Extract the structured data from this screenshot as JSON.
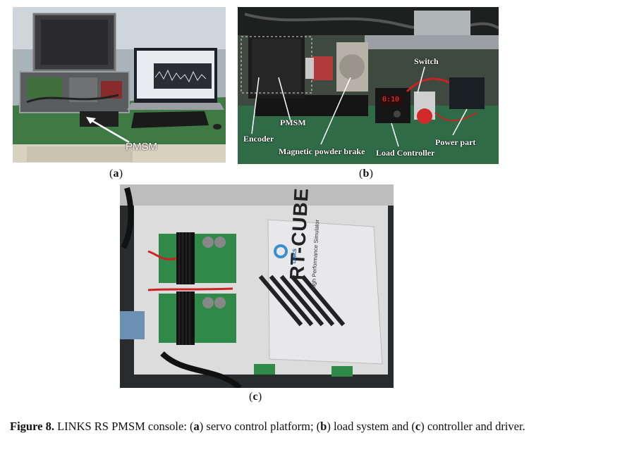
{
  "panels": {
    "a": {
      "label": "a",
      "annotations": {
        "pmsm": "PMSM"
      }
    },
    "b": {
      "label": "b",
      "annotations": {
        "encoder": "Encoder",
        "pmsm": "PMSM",
        "brake": "Magnetic powder brake",
        "load_controller": "Load Controller",
        "switch": "Switch",
        "power_part": "Power part",
        "display_reading": "0:10"
      }
    },
    "c": {
      "label": "c",
      "box_brand": "RT-CUBE",
      "box_subtitle": "High Performance Simulator",
      "box_logo": "LINKS"
    }
  },
  "caption": {
    "figure_label": "Figure 8.",
    "text_1": " LINKS RS PMSM console: (",
    "a": "a",
    "text_2": ") servo control platform; (",
    "b": "b",
    "text_3": ") load system and (",
    "c": "c",
    "text_4": ") controller and driver."
  }
}
